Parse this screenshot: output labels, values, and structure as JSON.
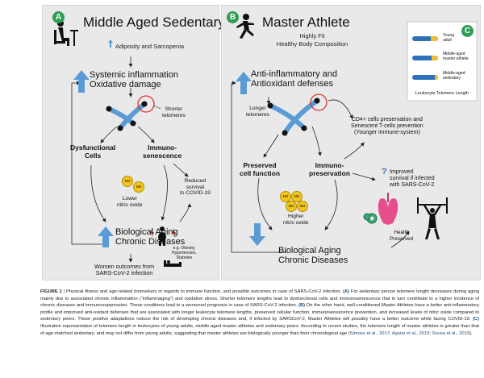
{
  "panel_a": {
    "badge": "A",
    "title": "Middle Aged Sedentary",
    "subtitle": "Adiposity and Sarcopenia",
    "inflammation_line1": "Systemic inflammation",
    "inflammation_line2": "Oxidative damage",
    "shorter": "Shorter",
    "telomeres": "telomeres",
    "dysfunctional_line1": "Dysfunctional",
    "dysfunctional_line2": "Cells",
    "immuno_line1": "Immuno-",
    "immuno_line2": "senescence",
    "no_label": "NO",
    "lower_line1": "Lower",
    "lower_line2": "nitric oxide",
    "reduced_line1": "Reduced",
    "reduced_line2": "survival",
    "reduced_line3": "to COVID-19",
    "aging_line1": "Biological Aging",
    "aging_line2": "Chronic Diseases",
    "eg_line1": "e.g. Obesity,",
    "eg_line2": "Hypertension,",
    "eg_line3": "Diabetes",
    "worsen_line1": "Worsen outcomes from",
    "worsen_line2": "SARS-CoV-2 infection"
  },
  "panel_b": {
    "badge": "B",
    "title": "Master Athlete",
    "subtitle1": "Highly Fit",
    "subtitle2": "Healthy Body Composition",
    "anti_line1": "Anti-inflammatory and",
    "anti_line2": "Antioxidant defenses",
    "longer": "Longer",
    "telomeres": "telomeres",
    "cd4_line1": "CD4+ cells preservation and",
    "cd4_line2": "Senescent T-cells prevention",
    "cd4_line3": "(Younger immune-system)",
    "preserved_line1": "Preserved",
    "preserved_line2": "cell function",
    "immuno_line1": "Immuno-",
    "immuno_line2": "preservation",
    "question": "?",
    "improved_line1": "Improved",
    "improved_line2": "survival if infected",
    "improved_line3": "with SARS-CoV-2",
    "no_label": "NO",
    "higher_line1": "Higher",
    "higher_line2": "nitric oxide",
    "health_line1": "Health",
    "health_line2": "Preserved",
    "aging_line1": "Biological Aging",
    "aging_line2": "Chronic Diseases"
  },
  "panel_c": {
    "badge": "C",
    "legend": [
      {
        "label_line1": "Young",
        "label_line2": "adult"
      },
      {
        "label_line1": "Middle-aged",
        "label_line2": "master athlete"
      },
      {
        "label_line1": "Middle-aged",
        "label_line2": "sedentary"
      }
    ],
    "footer": "Leukocyte Telomere Length"
  },
  "caption": {
    "figure_label": "FIGURE 1",
    "intro": " | Physical fitness and age-related biomarkers in regards to immune function, and possible outcomes in case of SARS-CoV-2 infection. ",
    "a_label": "(A)",
    "a_text": " For sedentary person telomere length decreases during aging mainly due to associated chronic inflammation (“inflammaging”) and oxidative stress. Shorter telomere lengths lead to dysfunctional cells and immunosenescence that in turn contribute to a higher incidence of chronic diseases and immunosuppression. These conditions lead to a worsened prognosis in case of SARS-CoV-2 infection. ",
    "b_label": "(B)",
    "b_text": " On the other hand, well-conditioned Master Athletes have a better anti-inflammatory profile and improved anti-oxidant defenses that are associated with longer leukocyte telomere lengths, preserved cellular function, immunosenescence prevention, and increased levels of nitric oxide compared to sedentary peers. These positive adaptations reduce the risk of developing chronic diseases and, if infected by SARSCoV-2, Master Athletes will possibly have a better outcome while facing COVID-19. ",
    "c_label": "(C)",
    "c_text": " Illustrative representation of telomere length in leukocytes of young adults, middle-aged master athletes and sedentary peers. According to recent studies, the telomere length of master athletes is greater than that of age-matched sedentary, and may not differ from young adults, suggesting that master athletes are biologically younger than their chronological age (",
    "cite1": "Simoes et al., 2017",
    "sep1": "; ",
    "cite2": "Aguiar et al., 2019",
    "sep2": "; ",
    "cite3": "Sousa et al., 2019",
    "end": ")."
  },
  "colors": {
    "accent_blue": "#5b9bd5",
    "telomere_blue": "#2d72b8",
    "telomere_tip": "#f0b93a",
    "badge_green": "#2f9e55",
    "highlight_red": "#d9342b",
    "panel_bg": "#e9e9e9",
    "caption_label": "#1f4e79"
  }
}
